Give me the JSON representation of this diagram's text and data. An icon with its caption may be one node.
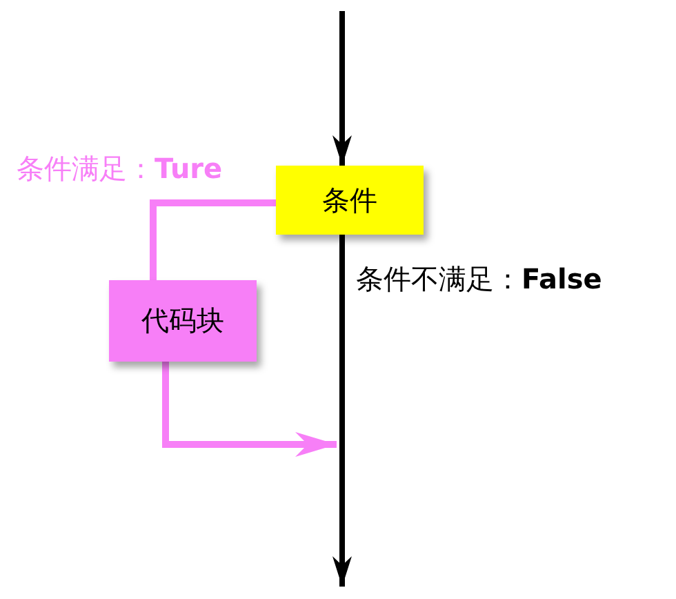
{
  "diagram": {
    "nodes": [
      {
        "text": [
          "条件"
        ]
      },
      {
        "text": [
          "代码块"
        ]
      }
    ],
    "edges": [
      {
        "from": null,
        "to": 0,
        "arrow": "to"
      },
      {
        "from": 0,
        "to": null,
        "arrow": "to",
        "label": "条件不满足：**False**"
      },
      {
        "from": 0,
        "to": 1,
        "arrow": "none",
        "label": "条件满足：**Ture**",
        "color": "#f77ff7"
      },
      {
        "from": 1,
        "to": null,
        "arrow": "to",
        "color": "#f77ff7"
      }
    ]
  }
}
